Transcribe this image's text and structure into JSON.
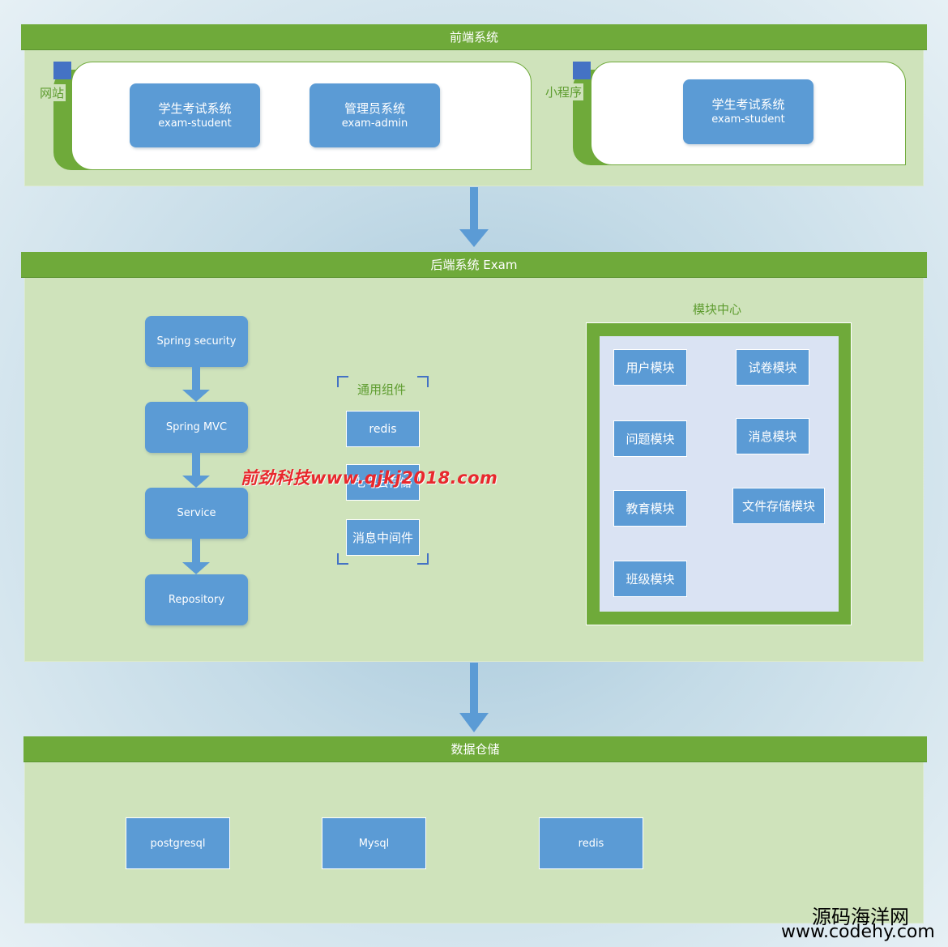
{
  "frontend": {
    "title": "前端系统",
    "website": {
      "label": "网站",
      "apps": [
        {
          "name": "学生考试系统",
          "code": "exam-student"
        },
        {
          "name": "管理员系统",
          "code": "exam-admin"
        }
      ]
    },
    "miniprogram": {
      "label": "小程序",
      "apps": [
        {
          "name": "学生考试系统",
          "code": "exam-student"
        }
      ]
    }
  },
  "backend": {
    "title": "后端系统 Exam",
    "stack": [
      "Spring security",
      "Spring MVC",
      "Service",
      "Repository"
    ],
    "common": {
      "title": "通用组件",
      "items": [
        "redis",
        "七牛云存储",
        "消息中间件"
      ]
    },
    "modules": {
      "title": "模块中心",
      "items": [
        "用户模块",
        "试卷模块",
        "问题模块",
        "消息模块",
        "教育模块",
        "文件存储模块",
        "班级模块"
      ]
    }
  },
  "storage": {
    "title": "数据仓储",
    "items": [
      "postgresql",
      "Mysql",
      "redis"
    ]
  },
  "watermarks": {
    "center": "前劲科技www.qjkj2018.com",
    "brand_cn": "源码海洋网",
    "brand_url": "www.codehy.com"
  },
  "colors": {
    "green_bar": "#6faa3a",
    "panel": "#cfe3bb",
    "box_blue": "#5b9bd5",
    "module_bg": "#dae3f3"
  }
}
